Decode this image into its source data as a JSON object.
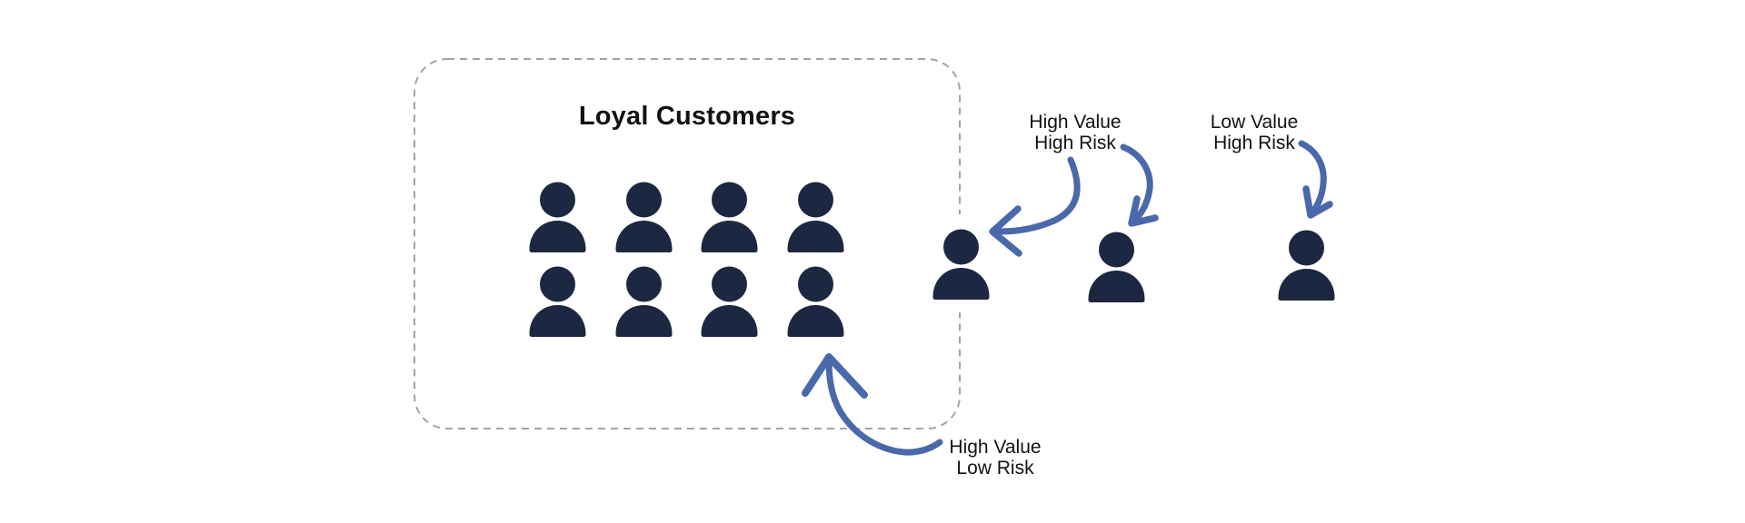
{
  "diagram": {
    "group_box": {
      "title": "Loyal Customers",
      "person_count": 8,
      "grid": "4 columns x 2 rows",
      "border_style": "dashed rounded rectangle"
    },
    "labels": {
      "high_value_high_risk": {
        "line1": "High Value",
        "line2": "High Risk"
      },
      "low_value_high_risk": {
        "line1": "Low Value",
        "line2": "High Risk"
      },
      "high_value_low_risk": {
        "line1": "High Value",
        "line2": "Low Risk"
      }
    },
    "counts": {
      "loyal_customers_persons": 8,
      "high_value_high_risk_persons": 2,
      "low_value_high_risk_persons": 1
    },
    "icons": {
      "person": "person-icon",
      "arrow": "curved-arrow-icon"
    },
    "colors": {
      "person": "#1c2841",
      "arrow": "#4a69ab",
      "box_border": "#a3a3a3",
      "text": "#121212",
      "background": "#ffffff"
    }
  }
}
